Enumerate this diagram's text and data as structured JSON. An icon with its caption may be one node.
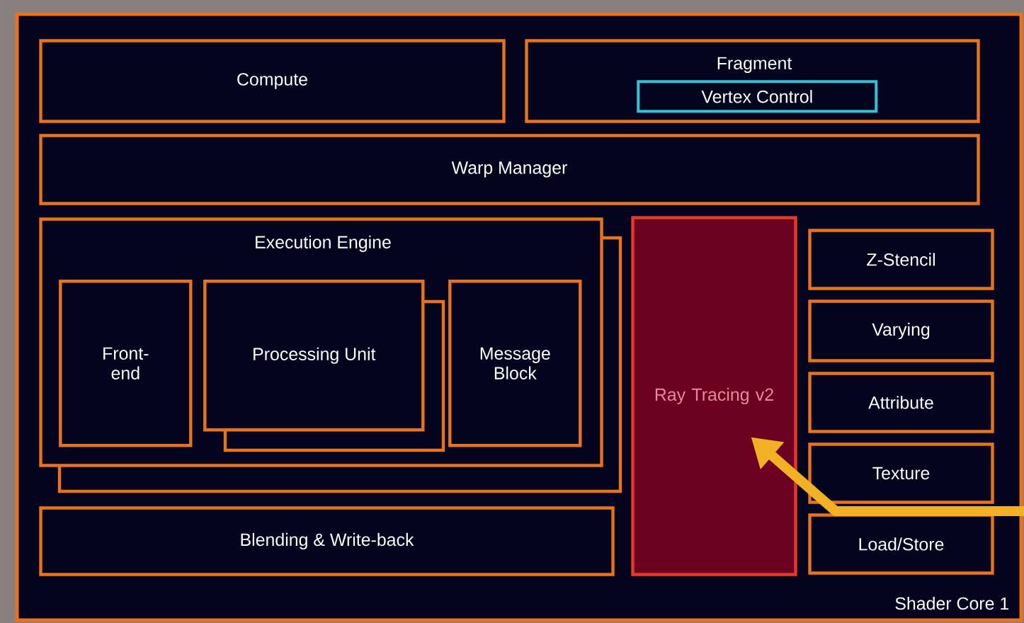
{
  "diagram": {
    "nodes": [
      {
        "text": [
          "Shader Core 1"
        ]
      },
      {
        "text": [
          "Compute"
        ],
        "in": 0
      },
      {
        "text": [
          "Fragment"
        ],
        "in": 0
      },
      {
        "text": [
          "Vertex Control"
        ],
        "in": 2
      },
      {
        "text": [
          "Warp Manager"
        ],
        "in": 0
      },
      {
        "text": [
          "Execution Engine"
        ],
        "in": 0
      },
      {
        "text": [
          "Front-end"
        ],
        "in": 5
      },
      {
        "text": [
          "Processing Unit"
        ],
        "in": 5
      },
      {
        "text": [
          "Message Block"
        ],
        "in": 5
      },
      {
        "text": [
          "Blending & Write-back"
        ],
        "in": 0
      },
      {
        "text": [
          "Ray Tracing v2"
        ],
        "in": 0
      },
      {
        "text": [
          "Z-Stencil"
        ],
        "in": 0
      },
      {
        "text": [
          "Varying"
        ],
        "in": 0
      },
      {
        "text": [
          "Attribute"
        ],
        "in": 0
      },
      {
        "text": [
          "Texture"
        ],
        "in": 0
      },
      {
        "text": [
          "Load/Store"
        ],
        "in": 0
      }
    ],
    "edges": [
      {
        "from": null,
        "to": 10,
        "arrow": "to",
        "color": "#f2b124"
      }
    ]
  }
}
